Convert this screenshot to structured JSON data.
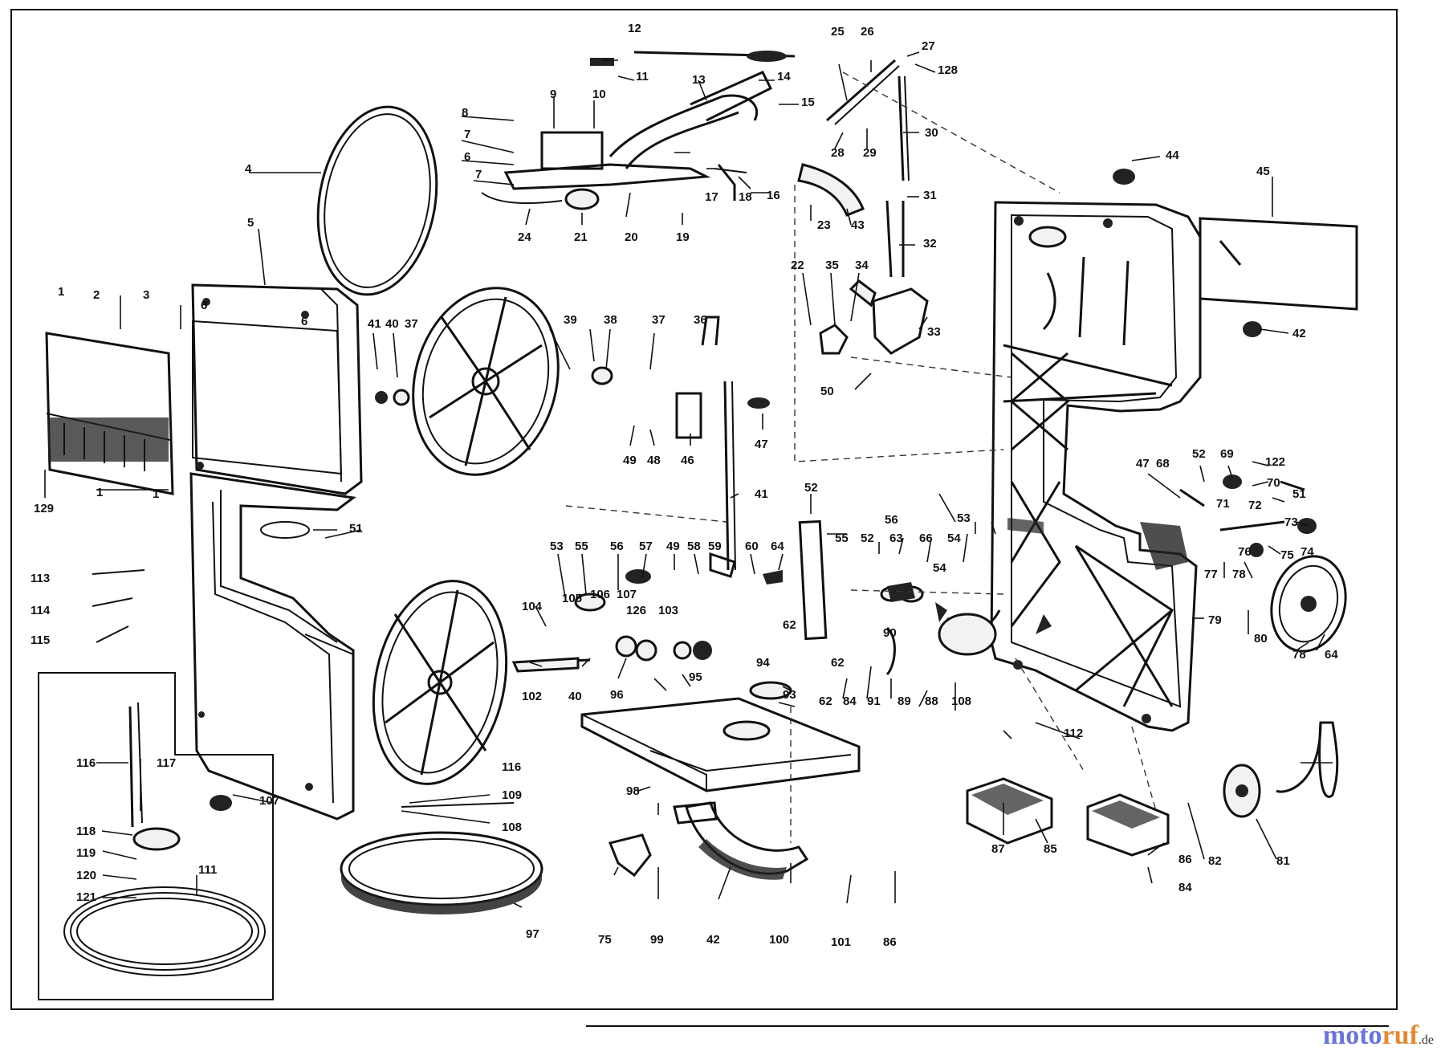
{
  "watermark": {
    "brand_part1": "moto",
    "brand_part2": "ruf",
    "suffix": ".de"
  },
  "callouts": [
    "1",
    "2",
    "3",
    "1",
    "129",
    "1",
    "5",
    "4",
    "6",
    "6",
    "41",
    "40",
    "37",
    "39",
    "38",
    "37",
    "36",
    "51",
    "8",
    "7",
    "6",
    "7",
    "9",
    "10",
    "11",
    "12",
    "13",
    "14",
    "15",
    "16",
    "17",
    "18",
    "19",
    "20",
    "21",
    "24",
    "25",
    "26",
    "27",
    "128",
    "28",
    "29",
    "30",
    "31",
    "32",
    "33",
    "34",
    "35",
    "22",
    "23",
    "43",
    "44",
    "45",
    "42",
    "50",
    "49",
    "48",
    "46",
    "47",
    "41",
    "52",
    "53",
    "55",
    "56",
    "57",
    "49",
    "58",
    "59",
    "60",
    "64",
    "55",
    "52",
    "56",
    "63",
    "66",
    "54",
    "53",
    "54",
    "47",
    "68",
    "52",
    "69",
    "122",
    "70",
    "51",
    "71",
    "72",
    "73",
    "74",
    "75",
    "76",
    "77",
    "78",
    "79",
    "80",
    "78",
    "64",
    "104",
    "105",
    "106",
    "107",
    "103",
    "126",
    "62",
    "62",
    "91",
    "90",
    "89",
    "88",
    "108",
    "102",
    "40",
    "96",
    "95",
    "94",
    "93",
    "62",
    "84",
    "112",
    "113",
    "114",
    "115",
    "116",
    "117",
    "118",
    "119",
    "120",
    "121",
    "111",
    "107",
    "108",
    "109",
    "116",
    "97",
    "98",
    "75",
    "99",
    "42",
    "100",
    "101",
    "86",
    "87",
    "85",
    "86",
    "84",
    "82",
    "81"
  ]
}
